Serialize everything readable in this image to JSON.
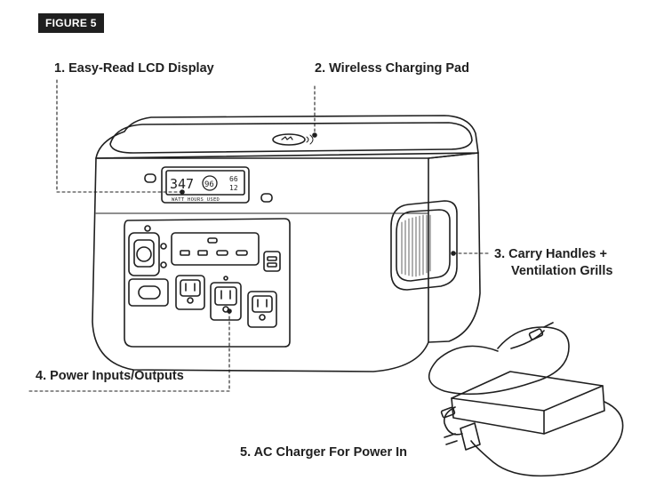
{
  "figure_label": "FIGURE 5",
  "callouts": {
    "lcd": "1.  Easy-Read LCD Display",
    "wireless": "2. Wireless Charging Pad",
    "handles_line1": "3. Carry Handles +",
    "handles_line2": "Ventilation Grills",
    "ports": "4. Power Inputs/Outputs",
    "charger": "5. AC Charger For Power In"
  },
  "lcd_screen": {
    "main_value": "347",
    "ring_value": "96",
    "top_right": "66",
    "bottom_right": "12",
    "caption": "WATT HOURS USED"
  },
  "colors": {
    "ink": "#1f1f1f",
    "badge_bg": "#1f1f1f",
    "badge_text": "#ffffff"
  }
}
